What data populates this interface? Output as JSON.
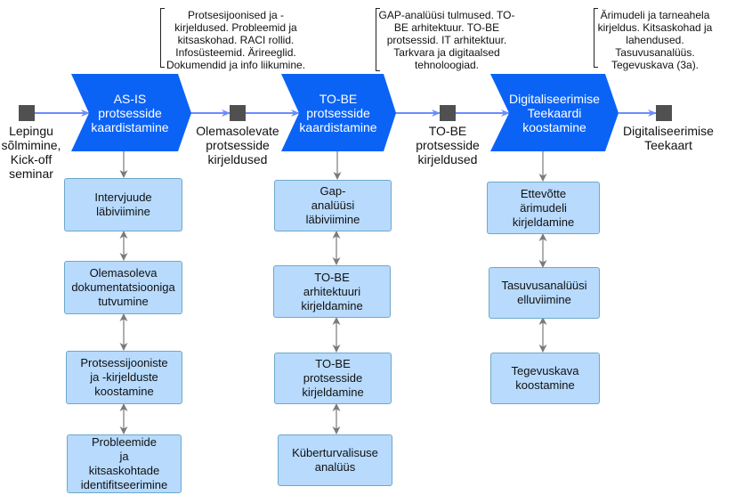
{
  "colors": {
    "chevron_fill": "#0b63f6",
    "flow_arrow": "#6a8cff",
    "sub_arrow": "#808080",
    "box_fill": "#b7dafd",
    "box_border": "#6ea8c9",
    "event_fill": "#505050"
  },
  "start_event": {
    "label": "Lepingu sõlmimine, Kick-off seminar",
    "lines": [
      "Lepingu",
      "sõlmimine,",
      "Kick-off",
      "seminar"
    ]
  },
  "phases": [
    {
      "title_lines": [
        "AS-IS",
        "protsesside",
        "kaardistamine"
      ],
      "note_lines": [
        "Protsesijoonised ja -",
        "kirjeldused. Probleemid ja",
        "kitsaskohad. RACI rollid.",
        "Infosüsteemid. Ärireeglid.",
        "Dokumendid ja info liikumine."
      ],
      "output_event_lines": [
        "Olemasolevate",
        "protsesside",
        "kirjeldused"
      ],
      "steps": [
        {
          "lines": [
            "Intervjuude",
            "läbiviimine"
          ]
        },
        {
          "lines": [
            "Olemasoleva",
            "dokumentatsiooniga",
            "tutvumine"
          ]
        },
        {
          "lines": [
            "Protsessijooniste",
            "ja -kirjelduste",
            "koostamine"
          ]
        },
        {
          "lines": [
            "Probleemide",
            "ja",
            "kitsaskohtade",
            "identifitseerimine"
          ]
        }
      ]
    },
    {
      "title_lines": [
        "TO-BE",
        "protsesside",
        "kaardistamine"
      ],
      "note_lines": [
        "GAP-analüüsi tulmused. TO-",
        "BE arhitektuur. TO-BE",
        "protsessid. IT arhitektuur.",
        "Tarkvara ja digitaalsed",
        "tehnoloogiad."
      ],
      "output_event_lines": [
        "TO-BE",
        "protsesside",
        "kirjeldused"
      ],
      "steps": [
        {
          "lines": [
            "Gap-",
            "analüüsi",
            "läbiviimine"
          ]
        },
        {
          "lines": [
            "TO-BE",
            "arhitektuuri",
            "kirjeldamine"
          ]
        },
        {
          "lines": [
            "TO-BE",
            "protsesside",
            "kirjeldamine"
          ]
        },
        {
          "lines": [
            "Küberturvalisuse",
            "analüüs"
          ]
        }
      ]
    },
    {
      "title_lines": [
        "Digitaliseerimise",
        "Teekaardi",
        "koostamine"
      ],
      "note_lines": [
        "Ärimudeli ja tarneahela",
        "kirjeldus. Kitsaskohad ja",
        "lahendused.",
        "Tasuvusanalüüs.",
        "Tegevuskava (3a)."
      ],
      "output_event_lines": [
        "Digitaliseerimise",
        "Teekaart"
      ],
      "steps": [
        {
          "lines": [
            "Ettevõtte",
            "ärimudeli",
            "kirjeldamine"
          ]
        },
        {
          "lines": [
            "Tasuvusanalüüsi",
            "elluviimine"
          ]
        },
        {
          "lines": [
            "Tegevuskava",
            "koostamine"
          ]
        }
      ]
    }
  ]
}
